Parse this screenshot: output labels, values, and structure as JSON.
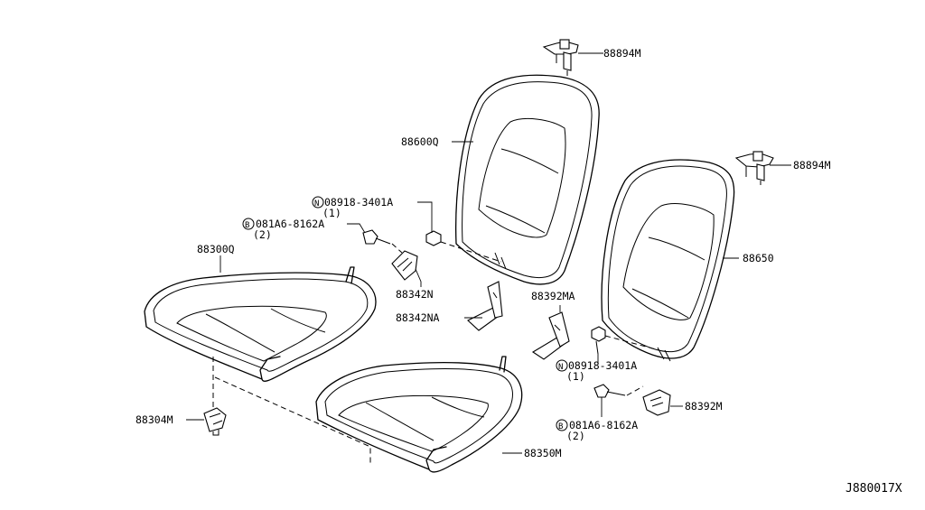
{
  "labels": {
    "clip_top": "88894M",
    "clip_right": "88894M",
    "back_left": "88600Q",
    "nut_top_n": "N",
    "nut_top_code": "08918-3401A",
    "nut_top_qty": "(1)",
    "bolt_top_b": "B",
    "bolt_top_code": "081A6-8162A",
    "bolt_top_qty": "(2)",
    "cushion_left": "88300Q",
    "bracket_a": "88342N",
    "bracket_b": "88342NA",
    "bracket_c": "88392MA",
    "back_right": "88650",
    "nut_bot_n": "N",
    "nut_bot_code": "08918-3401A",
    "nut_bot_qty": "(1)",
    "bracket_d": "88392M",
    "bolt_bot_b": "B",
    "bolt_bot_code": "081A6-8162A",
    "bolt_bot_qty": "(2)",
    "hook": "88304M",
    "cushion_right": "88350M",
    "diagram_id": "J880017X"
  }
}
